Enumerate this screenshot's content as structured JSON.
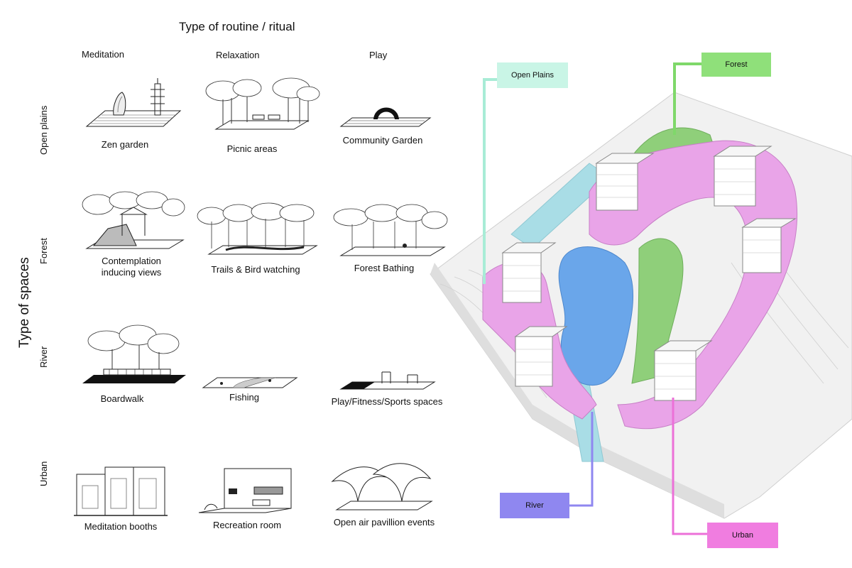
{
  "heading": "Type of routine / ritual",
  "y_axis_label": "Type of spaces",
  "columns": [
    "Meditation",
    "Relaxation",
    "Play"
  ],
  "rows": [
    "Open plains",
    "Forest",
    "River",
    "Urban"
  ],
  "grid": [
    [
      "Zen garden",
      "Picnic areas",
      "Community Garden"
    ],
    [
      "Contemplation inducing views",
      "Trails & Bird watching",
      "Forest Bathing"
    ],
    [
      "Boardwalk",
      "Fishing",
      "Play/Fitness/Sports spaces"
    ],
    [
      "Meditation booths",
      "Recreation room",
      "Open air pavillion events"
    ]
  ],
  "caption_line_split": {
    "first": "Contemplation",
    "second": "inducing views"
  },
  "legend": [
    {
      "label": "Open Plains",
      "color": "#c9f5e6",
      "line": "#a8ecd6"
    },
    {
      "label": "Forest",
      "color": "#8fe07a",
      "line": "#7fd86a"
    },
    {
      "label": "River",
      "color": "#8f87f0",
      "line": "#8f87f0"
    },
    {
      "label": "Urban",
      "color": "#f07de0",
      "line": "#ec70d8"
    }
  ],
  "colors": {
    "pink": "#e9a4e8",
    "water": "#6aa6ea",
    "teal": "#a9dde6",
    "green": "#8fcf7a"
  }
}
